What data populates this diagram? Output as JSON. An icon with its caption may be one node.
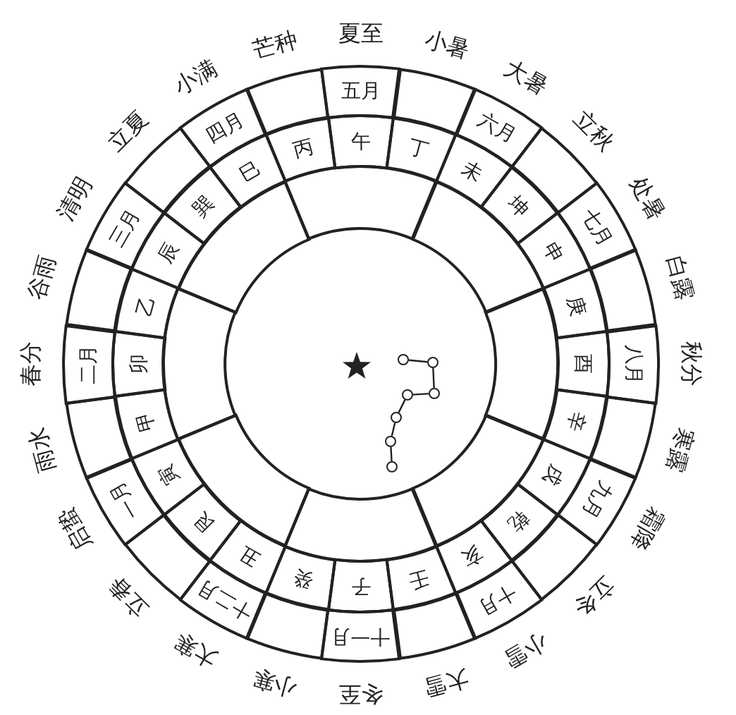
{
  "diagram": {
    "nodes": [
      {
        "text": [
          "五月"
        ]
      },
      {
        "text": [],
        "shape": "box"
      },
      {
        "text": [
          "六月"
        ]
      },
      {
        "text": [],
        "shape": "box"
      },
      {
        "text": [
          "七月"
        ]
      },
      {
        "text": [],
        "shape": "box"
      },
      {
        "text": [
          "八月"
        ]
      },
      {
        "text": [],
        "shape": "box"
      },
      {
        "text": [
          "九月"
        ]
      },
      {
        "text": [],
        "shape": "box"
      },
      {
        "text": [
          "十月"
        ]
      },
      {
        "text": [],
        "shape": "box"
      },
      {
        "text": [
          "十一月"
        ]
      },
      {
        "text": [],
        "shape": "box"
      },
      {
        "text": [
          "十二月"
        ]
      },
      {
        "text": [],
        "shape": "box"
      },
      {
        "text": [
          "一月"
        ]
      },
      {
        "text": [],
        "shape": "box"
      },
      {
        "text": [
          "二月"
        ]
      },
      {
        "text": [],
        "shape": "box"
      },
      {
        "text": [
          "三月"
        ]
      },
      {
        "text": [],
        "shape": "box"
      },
      {
        "text": [
          "四月"
        ]
      },
      {
        "text": [],
        "shape": "box"
      },
      {
        "text": [
          "午"
        ]
      },
      {
        "text": [
          "丁"
        ]
      },
      {
        "text": [
          "未"
        ]
      },
      {
        "text": [
          "坤"
        ]
      },
      {
        "text": [
          "申"
        ]
      },
      {
        "text": [
          "庚"
        ]
      },
      {
        "text": [
          "酉"
        ]
      },
      {
        "text": [
          "辛"
        ]
      },
      {
        "text": [
          "戌"
        ]
      },
      {
        "text": [
          "乾"
        ]
      },
      {
        "text": [
          "亥"
        ]
      },
      {
        "text": [
          "壬"
        ]
      },
      {
        "text": [
          "子"
        ]
      },
      {
        "text": [
          "癸"
        ]
      },
      {
        "text": [
          "丑"
        ]
      },
      {
        "text": [
          "艮"
        ]
      },
      {
        "text": [
          "寅"
        ]
      },
      {
        "text": [
          "甲"
        ]
      },
      {
        "text": [
          "卯"
        ]
      },
      {
        "text": [
          "乙"
        ]
      },
      {
        "text": [
          "辰"
        ]
      },
      {
        "text": [
          "巽"
        ]
      },
      {
        "text": [
          "巳"
        ]
      },
      {
        "text": [
          "丙"
        ]
      },
      {
        "text": [],
        "shape": "box"
      },
      {
        "text": [],
        "shape": "box"
      },
      {
        "text": [],
        "shape": "box"
      },
      {
        "text": [],
        "shape": "box"
      },
      {
        "text": [],
        "shape": "box"
      },
      {
        "text": [],
        "shape": "box"
      },
      {
        "text": [],
        "shape": "box"
      },
      {
        "text": [],
        "shape": "box"
      },
      {
        "text": [],
        "shape": "circle"
      },
      {
        "text": [],
        "shape": "circle"
      },
      {
        "text": [],
        "shape": "circle"
      },
      {
        "text": [],
        "shape": "circle"
      },
      {
        "text": [],
        "shape": "circle"
      },
      {
        "text": [],
        "shape": "circle"
      },
      {
        "text": [],
        "shape": "circle"
      }
    ],
    "edges": [
      {
        "from": 56,
        "to": 57,
        "arrow": "none"
      },
      {
        "from": 57,
        "to": 58,
        "arrow": "none"
      },
      {
        "from": 58,
        "to": 59,
        "arrow": "none"
      },
      {
        "from": 59,
        "to": 60,
        "arrow": "none"
      },
      {
        "from": 60,
        "to": 61,
        "arrow": "none"
      },
      {
        "from": 61,
        "to": 62,
        "arrow": "none"
      }
    ],
    "labels": [
      "夏至",
      "小暑",
      "大暑",
      "立秋",
      "处暑",
      "白露",
      "秋分",
      "寒露",
      "霜降",
      "立冬",
      "小雪",
      "大雪",
      "冬至",
      "小寒",
      "大寒",
      "立春",
      "启蛰",
      "雨水",
      "春分",
      "谷雨",
      "清明",
      "立夏",
      "小满",
      "芒种"
    ]
  }
}
